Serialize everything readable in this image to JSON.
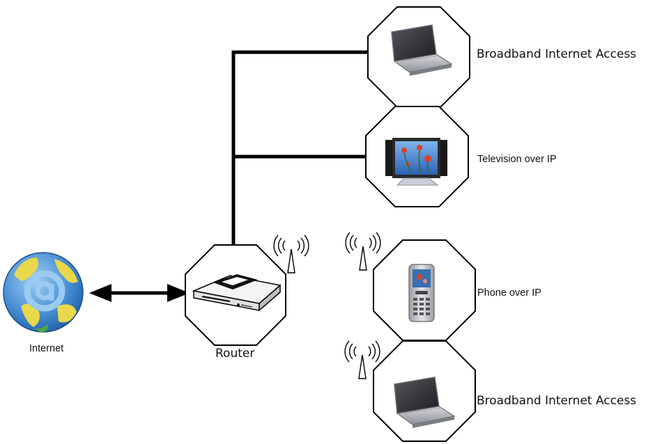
{
  "nodes": {
    "internet": {
      "label": "Internet",
      "icon": "globe-at-icon"
    },
    "router": {
      "label": "Router",
      "icon": "router-icon"
    },
    "laptop_wired": {
      "label": "Broadband Internet Access",
      "icon": "laptop-icon"
    },
    "television": {
      "label": "Television over IP",
      "icon": "television-icon"
    },
    "phone": {
      "label": "Phone over IP",
      "icon": "mobile-phone-icon"
    },
    "laptop_wireless": {
      "label": "Broadband Internet Access",
      "icon": "laptop-icon"
    }
  },
  "colors": {
    "line": "#000000",
    "globe_ocean": "#4a90d4",
    "globe_land": "#e8d84a",
    "screen_sky": "#3b7fd1",
    "flower": "#d8432b"
  }
}
